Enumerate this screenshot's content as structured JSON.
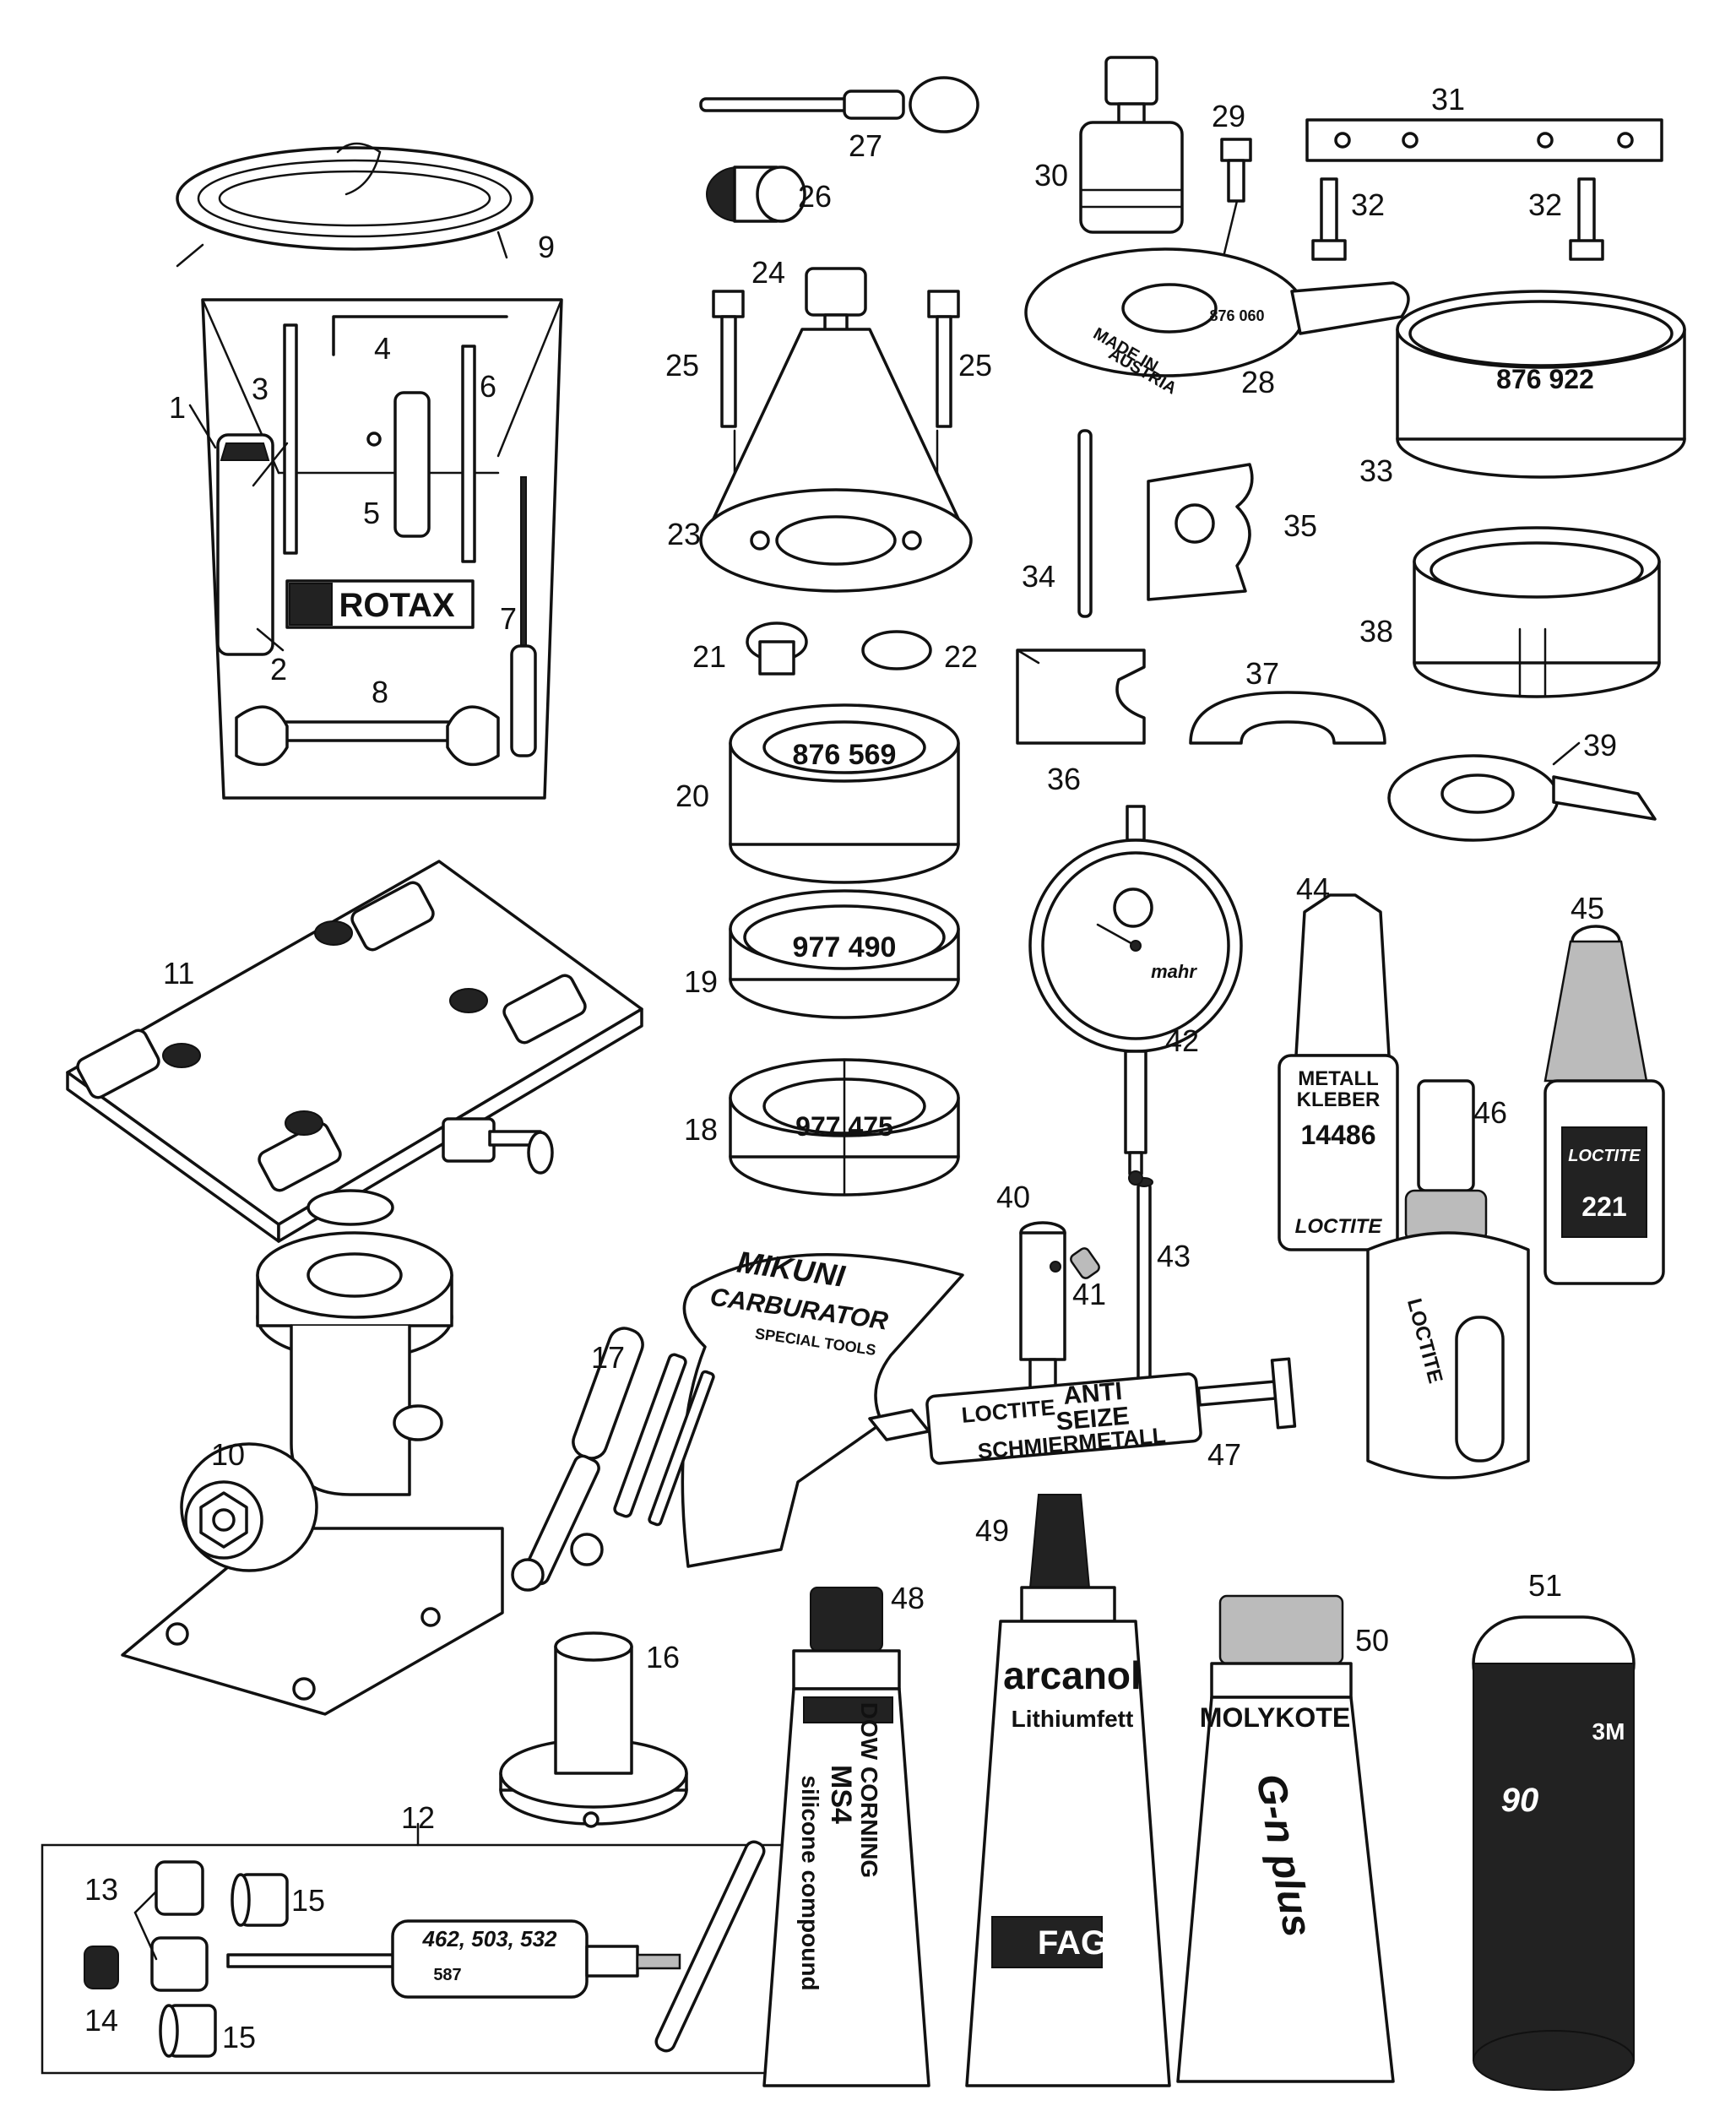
{
  "callouts": {
    "c1": "1",
    "c2": "2",
    "c3": "3",
    "c4": "4",
    "c5": "5",
    "c6": "6",
    "c7": "7",
    "c8": "8",
    "c9": "9",
    "c10": "10",
    "c11": "11",
    "c12": "12",
    "c13": "13",
    "c14": "14",
    "c15a": "15",
    "c15b": "15",
    "c16": "16",
    "c17": "17",
    "c18": "18",
    "c19": "19",
    "c20": "20",
    "c21": "21",
    "c22": "22",
    "c23": "23",
    "c24": "24",
    "c25a": "25",
    "c25b": "25",
    "c26": "26",
    "c27": "27",
    "c28": "28",
    "c29": "29",
    "c30": "30",
    "c31": "31",
    "c32a": "32",
    "c32b": "32",
    "c33": "33",
    "c34": "34",
    "c35": "35",
    "c36": "36",
    "c37": "37",
    "c38": "38",
    "c39": "39",
    "c40": "40",
    "c41": "41",
    "c42": "42",
    "c43": "43",
    "c44": "44",
    "c45": "45",
    "c46": "46",
    "c47": "47",
    "c48": "48",
    "c49": "49",
    "c50": "50",
    "c51": "51"
  },
  "printed_text": {
    "rotax_brand": "ROTAX",
    "ring_33": "876 922",
    "ring_20": "876 569",
    "ring_19": "977 490",
    "ring_18": "977 475",
    "plate_28_made": "MADE IN",
    "plate_28_austria": "AUSTRIA",
    "plate_28_num": "876 060",
    "mikuni_1": "MIKUNI",
    "mikuni_2": "CARBURATOR",
    "mikuni_3": "SPECIAL TOOLS",
    "gauge_brand": "mahr",
    "bottle44_1": "METALL",
    "bottle44_2": "KLEBER",
    "bottle44_3": "14486",
    "bottle44_4": "LOCTITE",
    "bottle45_1": "LOCTITE",
    "bottle45_2": "221",
    "bottle46": "LOCTITE",
    "syringe_1": "LOCTITE",
    "syringe_2": "ANTI",
    "syringe_3": "SEIZE",
    "syringe_4": "SCHMIERMETALL",
    "tube48_1": "DOW CORNING",
    "tube48_2": "MS4",
    "tube48_3": "silicone compound",
    "tube49_1": "arcanol",
    "tube49_2": "Lithiumfett",
    "tube49_3": "FAG",
    "tube50_1": "MOLYKOTE",
    "tube50_2": "G-n plus",
    "can51_1": "3M",
    "can51_2": "90",
    "puller_nums": "462, 503, 532",
    "puller_num2": "587"
  },
  "colors": {
    "ink": "#111111",
    "paper": "#ffffff",
    "shade": "#bbbbbb"
  }
}
